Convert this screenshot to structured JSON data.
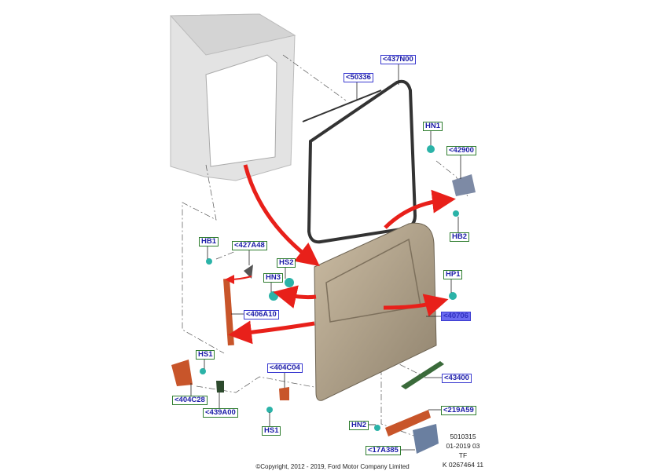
{
  "callouts": {
    "c437N00": "<437N00",
    "c50336": "<50336",
    "HN1": "HN1",
    "c42900": "<42900",
    "HB2": "HB2",
    "HB1": "HB1",
    "c427A48": "<427A48",
    "HS2": "HS2",
    "HN3": "HN3",
    "HP1": "HP1",
    "c406A10": "<406A10",
    "c40706": "<40706",
    "HS1_top": "HS1",
    "c404C04": "<404C04",
    "c43400": "<43400",
    "c404C28": "<404C28",
    "c439A00": "<439A00",
    "c219A59": "<219A59",
    "HS1_bottom": "HS1",
    "HN2": "HN2",
    "c17A385": "<17A385"
  },
  "meta": {
    "line1": "5010315",
    "line2": "01-2019 03",
    "line3": "TF",
    "line4": "K 0267464 11"
  },
  "copyright": "©Copyright, 2012 - 2019, Ford Motor Company Limited",
  "colors": {
    "label_text": "#1c1ca8",
    "green_border": "#2f7d2f",
    "blue_border": "#3a3ad0",
    "arrow": "#e8201a",
    "door": "#b5a58c",
    "bracket": "#c8552a",
    "fastener": "#2bb3a8"
  }
}
